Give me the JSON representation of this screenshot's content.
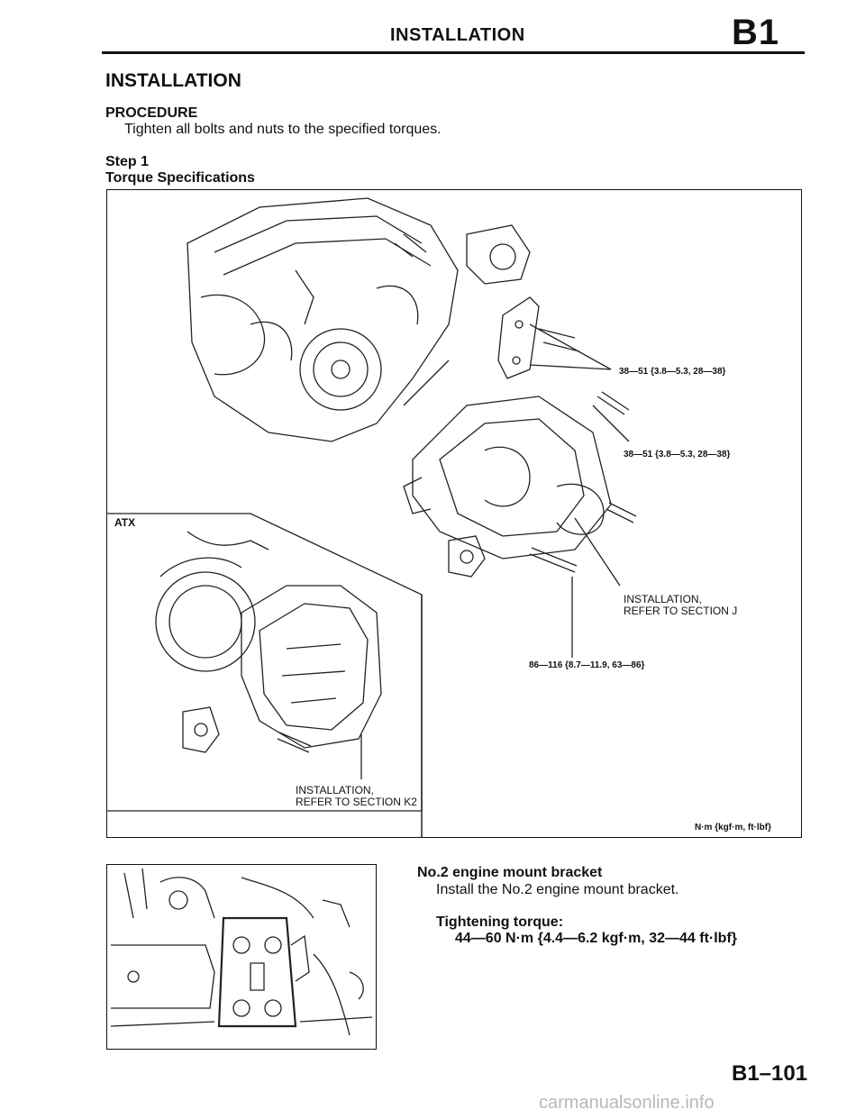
{
  "header": {
    "title": "INSTALLATION",
    "section_code": "B1"
  },
  "heading": "INSTALLATION",
  "procedure": {
    "title": "PROCEDURE",
    "text": "Tighten all bolts and nuts to the specified torques."
  },
  "step": {
    "label": "Step 1",
    "title": "Torque Specifications"
  },
  "figure1": {
    "atx_label": "ATX",
    "torque_upper": "38—51 {3.8—5.3, 28—38}",
    "torque_middle": "38—51 {3.8—5.3, 28—38}",
    "torque_lower": "86—116 {8.7—11.9, 63—86}",
    "ref_j_line1": "INSTALLATION,",
    "ref_j_line2": "REFER TO SECTION J",
    "ref_k2_line1": "INSTALLATION,",
    "ref_k2_line2": "REFER TO SECTION K2",
    "units": "N·m {kgf·m, ft·lbf}"
  },
  "mount_section": {
    "title": "No.2 engine mount bracket",
    "text": "Install the No.2 engine mount bracket.",
    "torque_title": "Tightening torque:",
    "torque_value": "44—60 N·m {4.4—6.2 kgf·m, 32—44 ft·lbf}"
  },
  "page_number": "B1–101",
  "watermark": "carmanualsonline.info"
}
